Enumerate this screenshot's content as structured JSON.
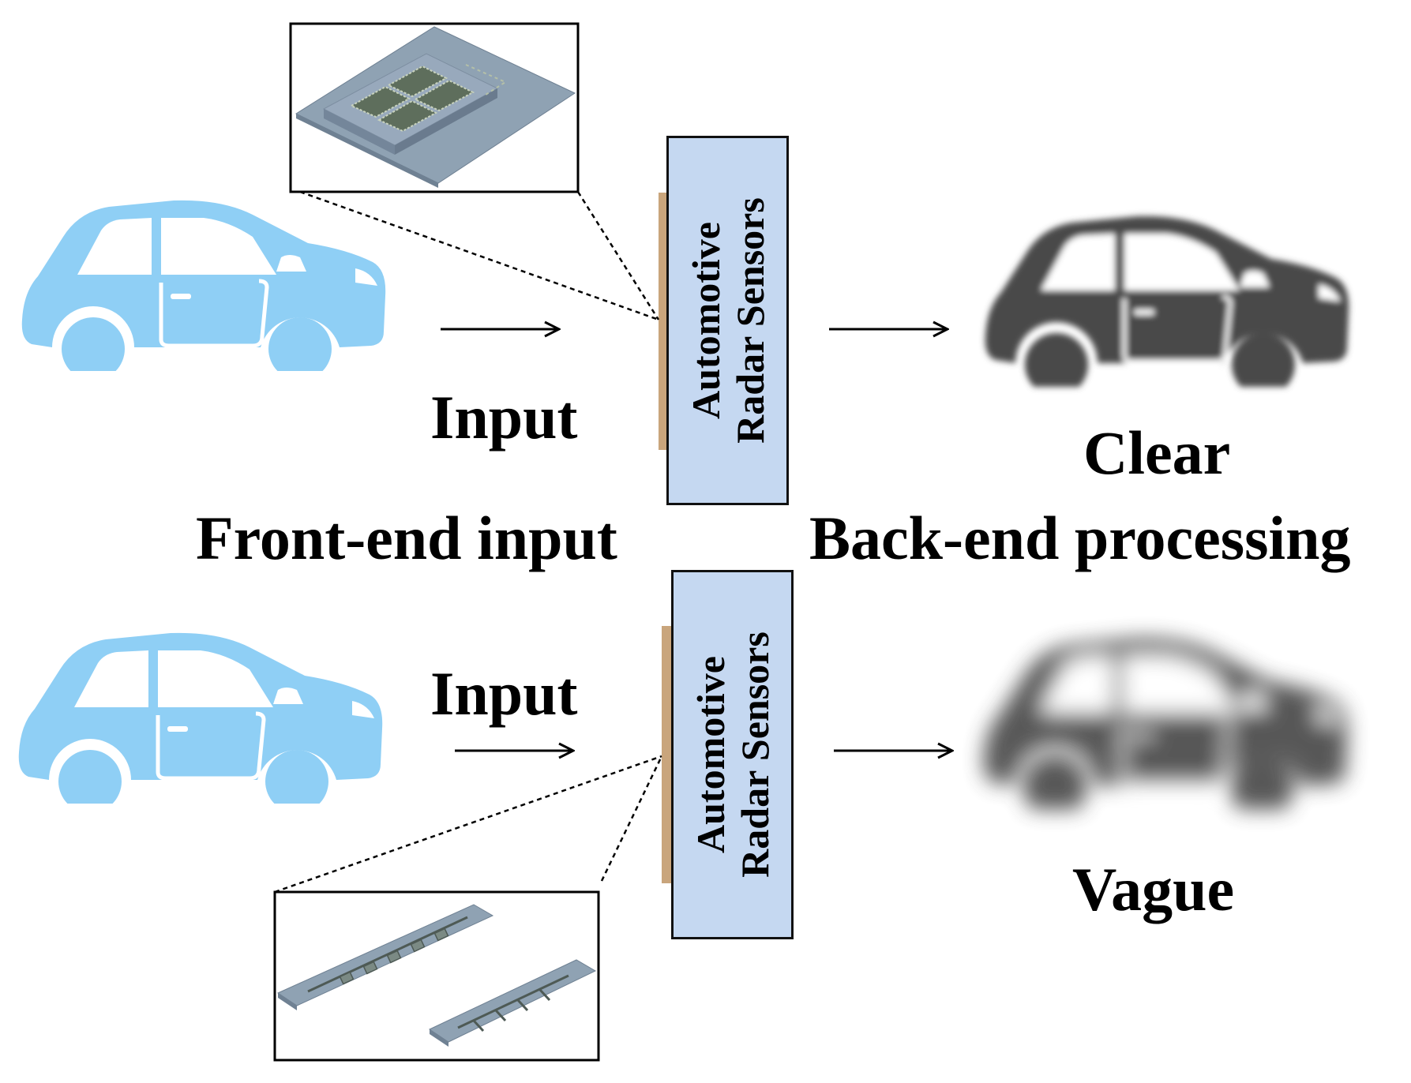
{
  "colors": {
    "car_input": "#8FCFF5",
    "car_output": "#4A4A4A",
    "sensor_fill": "#C5D8F1",
    "sensor_edge": "#C9A57C",
    "inset_substrate": "#8FA2B3",
    "inset_chip": "#98A9BC",
    "inset_patch": "#5E6E5C"
  },
  "labels": {
    "section_front": "Front-end input",
    "section_back": "Back-end processing"
  },
  "top_row": {
    "input_label": "Input",
    "sensor_line1": "Automotive",
    "sensor_line2": "Radar Sensors",
    "result_label": "Clear"
  },
  "bottom_row": {
    "input_label": "Input",
    "sensor_line1": "Automotive",
    "sensor_line2": "Radar Sensors",
    "result_label": "Vague"
  },
  "icons": {
    "input_car": "car-silhouette-icon",
    "output_car": "car-silhouette-icon",
    "arrow": "arrow-right-icon"
  }
}
